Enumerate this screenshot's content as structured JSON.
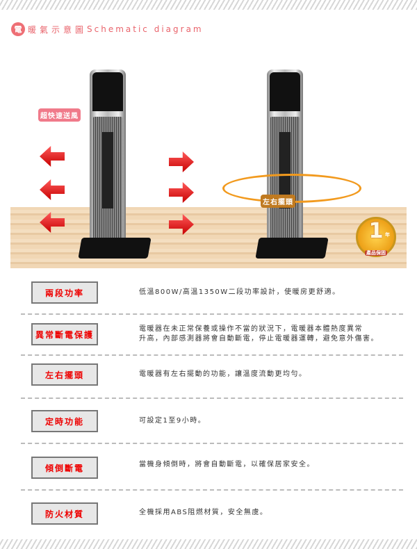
{
  "header": {
    "icon_char": "電",
    "title_cn": "暖氣示意圖",
    "title_en": "Schematic diagram"
  },
  "illustration": {
    "left_tag": "超快速送風",
    "right_tag": "左右擺頭",
    "badge": {
      "number": "1",
      "unit": "年",
      "text": "產品保固"
    },
    "colors": {
      "arrow": "#e60000",
      "orbit": "#f29a1e",
      "tag_pink": "#f07a8a"
    }
  },
  "features": [
    {
      "label": "兩段功率",
      "desc": [
        "低溫800W/高溫1350W二段功率設計，使暖房更舒適。"
      ]
    },
    {
      "label": "異常斷電保護",
      "desc": [
        "電暖器在未正常保養或操作不當的狀況下，電暖器本體熱度異常",
        "升高，內部感測器將會自動斷電，停止電暖器運轉，避免意外傷害。"
      ]
    },
    {
      "label": "左右擺頭",
      "desc": [
        "電暖器有左右擺動的功能，讓溫度流動更均勻。"
      ]
    },
    {
      "label": "定時功能",
      "desc": [
        "可設定1至9小時。"
      ]
    },
    {
      "label": "傾倒斷電",
      "desc": [
        "當機身傾倒時，將會自動斷電，以確保居家安全。"
      ]
    },
    {
      "label": "防火材質",
      "desc": [
        "全機採用ABS阻燃材質，安全無虞。"
      ]
    }
  ]
}
